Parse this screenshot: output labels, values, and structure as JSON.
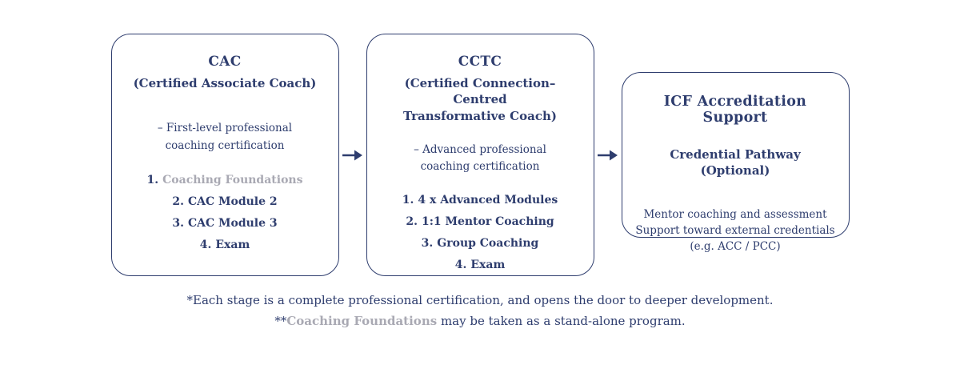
{
  "colors": {
    "navy": "#2e3d6e",
    "muted": "#a9a9b3"
  },
  "diagram": {
    "boxes": [
      {
        "title": "CAC",
        "subtitle": "(Certified Associate Coach)",
        "description": "– First-level professional\ncoaching certification",
        "items": [
          {
            "num": "1.",
            "label": "Coaching Foundations",
            "muted": true
          },
          {
            "num": "2.",
            "label": "CAC Module 2",
            "muted": false
          },
          {
            "num": "3.",
            "label": "CAC Module 3",
            "muted": false
          },
          {
            "num": "4.",
            "label": "Exam",
            "muted": false
          }
        ]
      },
      {
        "title": "CCTC",
        "subtitle": "(Certified Connection–Centred\nTransformative Coach)",
        "description": "– Advanced professional\ncoaching certification",
        "items": [
          {
            "num": "1.",
            "label": "4 x Advanced Modules",
            "muted": false
          },
          {
            "num": "2.",
            "label": "1:1 Mentor Coaching",
            "muted": false
          },
          {
            "num": "3.",
            "label": "Group Coaching",
            "muted": false
          },
          {
            "num": "4.",
            "label": "Exam",
            "muted": false
          }
        ]
      },
      {
        "title": "ICF Accreditation Support",
        "subtitle": "Credential Pathway (Optional)",
        "description": "Mentor coaching and assessment\nSupport toward external credentials\n(e.g. ACC / PCC)",
        "items": []
      }
    ],
    "footnotes": {
      "line1": "*Each stage is a complete professional certification, and opens the door to deeper development.",
      "line2_prefix": "**",
      "line2_highlight": "Coaching Foundations",
      "line2_suffix": " may be taken as a stand-alone program."
    }
  }
}
